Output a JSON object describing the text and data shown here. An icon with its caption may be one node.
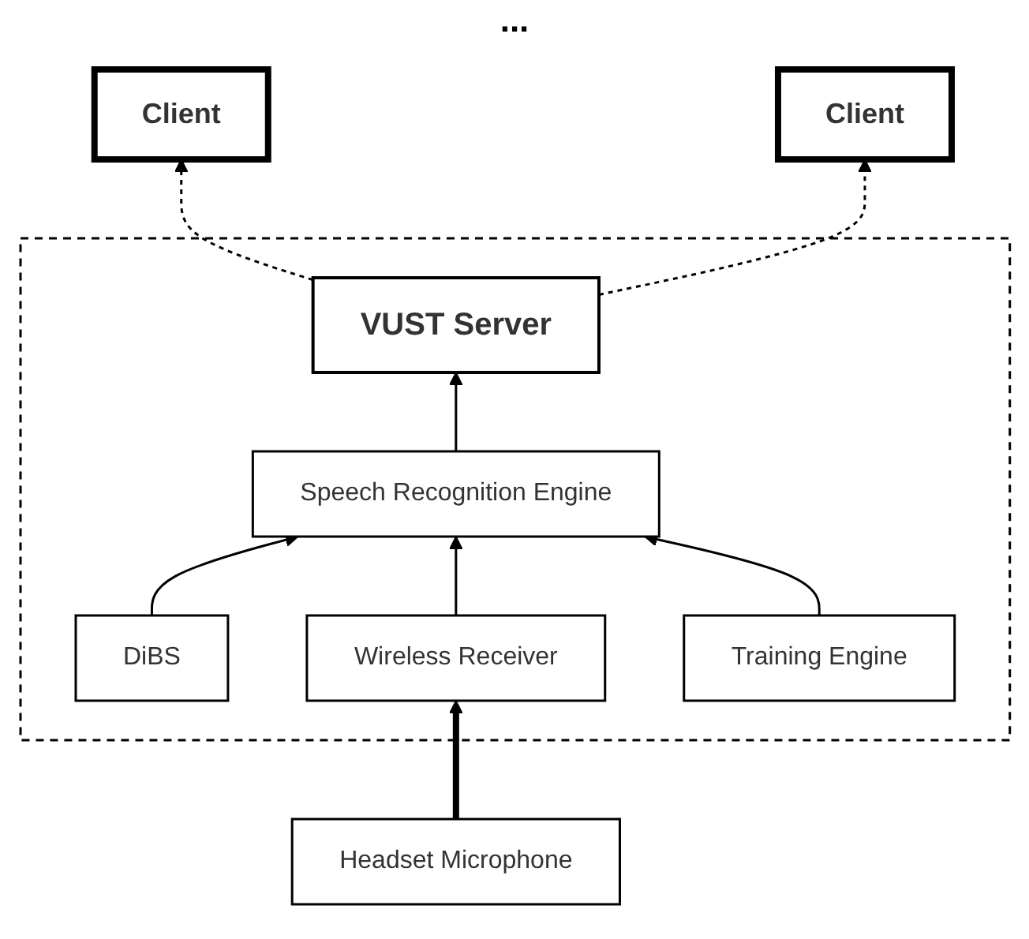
{
  "diagram": {
    "nodes": [
      {
        "text": [
          "Client"
        ]
      },
      {
        "text": [
          "Client"
        ]
      },
      {
        "text": [],
        "shape": "box"
      },
      {
        "text": [
          "VUST Server"
        ],
        "in": 2
      },
      {
        "text": [
          "Speech Recognition Engine"
        ],
        "in": 2
      },
      {
        "text": [
          "DiBS"
        ],
        "in": 2
      },
      {
        "text": [
          "Wireless Receiver"
        ],
        "in": 2
      },
      {
        "text": [
          "Training Engine"
        ],
        "in": 2
      },
      {
        "text": [
          "Headset Microphone"
        ]
      }
    ],
    "edges": [
      {
        "from": 3,
        "to": 0,
        "arrow": "to",
        "style": "dashed"
      },
      {
        "from": 3,
        "to": 1,
        "arrow": "to",
        "style": "dashed"
      },
      {
        "from": 4,
        "to": 3,
        "arrow": "to"
      },
      {
        "from": 5,
        "to": 4,
        "arrow": "to"
      },
      {
        "from": 6,
        "to": 4,
        "arrow": "to"
      },
      {
        "from": 7,
        "to": 4,
        "arrow": "to"
      },
      {
        "from": 8,
        "to": 6,
        "arrow": "to",
        "style": "thick"
      }
    ],
    "labels": [
      "..."
    ]
  }
}
